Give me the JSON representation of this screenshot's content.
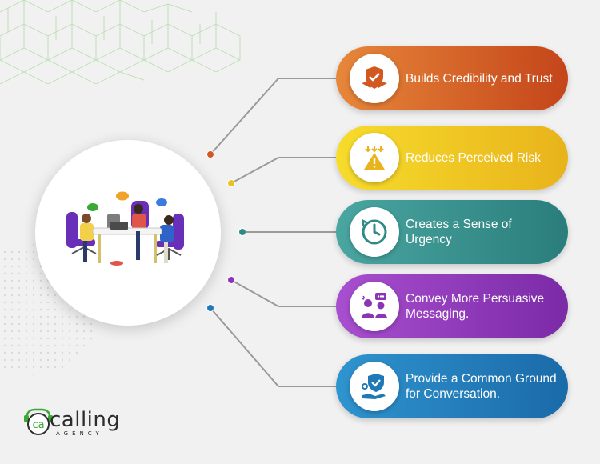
{
  "items": [
    {
      "label": "Builds Credibility and Trust",
      "icon": "handshake-shield-icon",
      "color_start": "#e7873a",
      "color_end": "#c4451a",
      "node_color": "#d2581f"
    },
    {
      "label": "Reduces Perceived Risk",
      "icon": "warning-icon",
      "color_start": "#f7dc2c",
      "color_end": "#e8b31b",
      "node_color": "#e6c41f"
    },
    {
      "label": "Creates a Sense of Urgency",
      "icon": "clock-icon",
      "color_start": "#4aa6a2",
      "color_end": "#2a7d7a",
      "node_color": "#2f8a86"
    },
    {
      "label": "Convey More Persuasive Messaging.",
      "icon": "persuasion-icon",
      "color_start": "#a84fd0",
      "color_end": "#7b2aa6",
      "node_color": "#8a35b8"
    },
    {
      "label": "Provide a Common Ground for Conversation.",
      "icon": "shield-hand-icon",
      "color_start": "#2f94cf",
      "color_end": "#1a6aa8",
      "node_color": "#1f79b6"
    }
  ],
  "hub": {
    "image": "team-meeting-illustration"
  },
  "logo": {
    "word": "calling",
    "sub": "AGENCY",
    "mark": "ca",
    "mark_color": "#3aa935"
  }
}
